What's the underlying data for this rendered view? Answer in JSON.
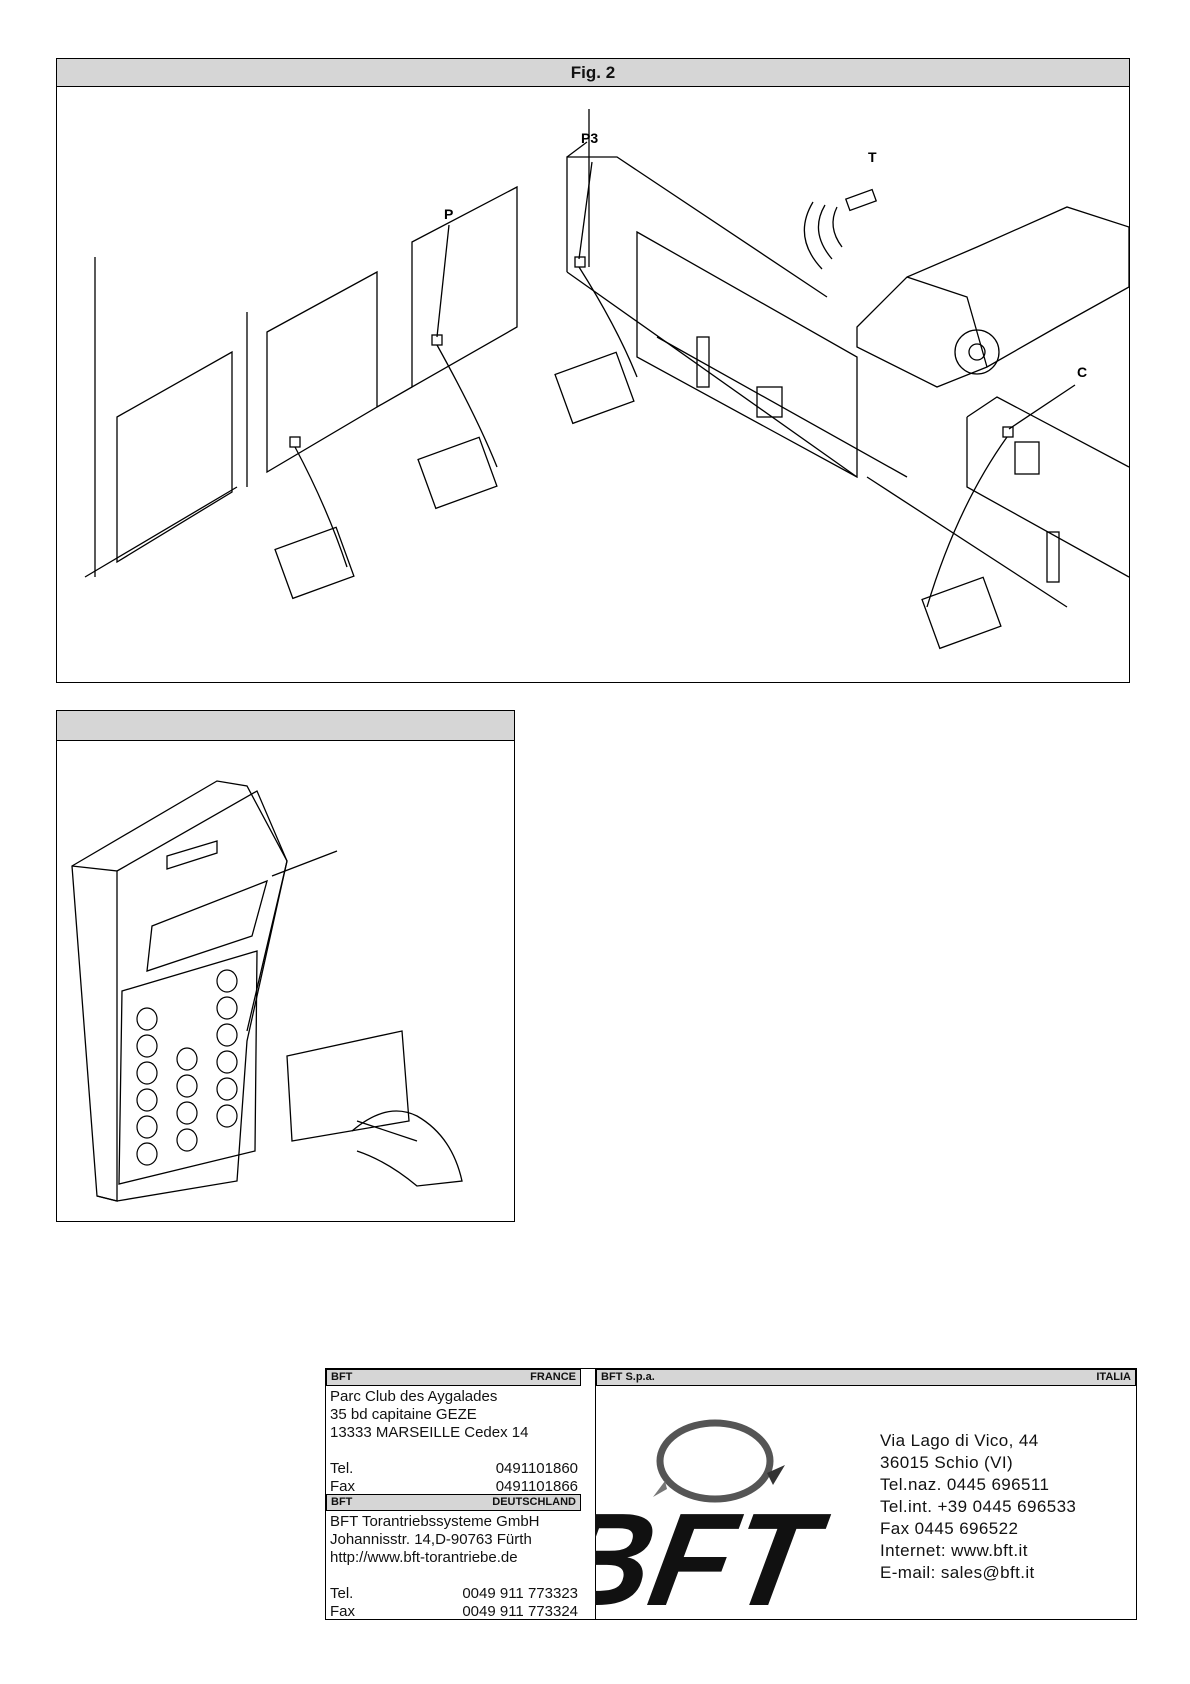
{
  "fig2": {
    "title": "Fig. 2",
    "labels": {
      "p3": "P3",
      "p": "P",
      "t": "T",
      "c": "C"
    }
  },
  "fig_keypad": {
    "title": ""
  },
  "contacts": {
    "france": {
      "company": "BFT",
      "country": "FRANCE",
      "address": [
        "Parc Club des Aygalades",
        "35 bd capitaine GEZE",
        "13333 MARSEILLE Cedex 14"
      ],
      "tel_label": "Tel.",
      "tel": "0491101860",
      "fax_label": "Fax",
      "fax": "0491101866"
    },
    "germany": {
      "company": "BFT",
      "country": "DEUTSCHLAND",
      "address": [
        "BFT Torantriebssysteme GmbH",
        "Johannisstr. 14,D-90763 Fürth",
        "http://www.bft-torantriebe.de"
      ],
      "tel_label": "Tel.",
      "tel": "0049 911 773323",
      "fax_label": "Fax",
      "fax": "0049 911 773324"
    },
    "italy": {
      "company": "BFT S.p.a.",
      "country": "ITALIA",
      "logo_text": "BFT",
      "address": [
        "Via Lago di Vico, 44",
        "36015 Schio (VI)",
        "Tel.naz. 0445 696511",
        "Tel.int. +39 0445 696533",
        "Fax 0445 696522",
        "Internet: www.bft.it",
        "E-mail: sales@bft.it"
      ]
    }
  }
}
